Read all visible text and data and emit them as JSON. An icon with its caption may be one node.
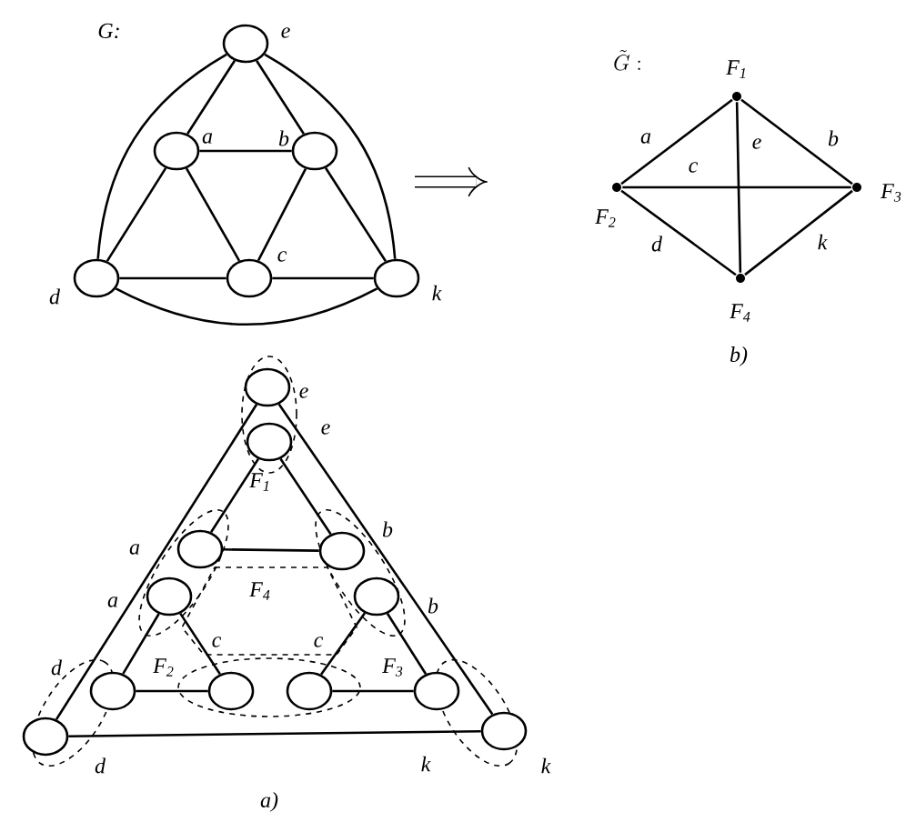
{
  "diagram": {
    "nodes": [
      {
        "text": [],
        "shape": "circle",
        "beside": [
          "e"
        ]
      },
      {
        "text": [],
        "shape": "circle",
        "beside": [
          "a"
        ]
      },
      {
        "text": [],
        "shape": "circle",
        "beside": [
          "b"
        ]
      },
      {
        "text": [],
        "shape": "circle",
        "beside": [
          "d"
        ]
      },
      {
        "text": [],
        "shape": "circle",
        "beside": [
          "c"
        ]
      },
      {
        "text": [],
        "shape": "circle",
        "beside": [
          "k"
        ]
      },
      {
        "text": [],
        "shape": "dot",
        "beside": [
          "F$_{1}$"
        ]
      },
      {
        "text": [],
        "shape": "dot",
        "beside": [
          "F$_{2}$"
        ]
      },
      {
        "text": [],
        "shape": "dot",
        "beside": [
          "F$_{3}$"
        ]
      },
      {
        "text": [],
        "shape": "dot",
        "beside": [
          "F$_{4}$"
        ]
      },
      {
        "text": [],
        "shape": "circle",
        "beside": [
          "e"
        ]
      },
      {
        "text": [],
        "shape": "circle",
        "beside": [
          "e"
        ]
      },
      {
        "text": [],
        "shape": "circle",
        "beside": [
          "a"
        ]
      },
      {
        "text": [],
        "shape": "circle",
        "beside": [
          "b"
        ]
      },
      {
        "text": [],
        "shape": "circle",
        "beside": [
          "a"
        ]
      },
      {
        "text": [],
        "shape": "circle",
        "beside": [
          "b"
        ]
      },
      {
        "text": [],
        "shape": "circle",
        "beside": [
          "d"
        ]
      },
      {
        "text": [],
        "shape": "circle",
        "beside": [
          "c"
        ]
      },
      {
        "text": [],
        "shape": "circle",
        "beside": [
          "c"
        ]
      },
      {
        "text": [],
        "shape": "circle",
        "beside": [
          "k"
        ]
      },
      {
        "text": [],
        "shape": "circle",
        "beside": [
          "d"
        ]
      },
      {
        "text": [],
        "shape": "circle",
        "beside": [
          "k"
        ]
      }
    ],
    "edges": [
      {
        "from": 0,
        "to": 1,
        "arrow": "none"
      },
      {
        "from": 0,
        "to": 2,
        "arrow": "none"
      },
      {
        "from": 1,
        "to": 2,
        "arrow": "none"
      },
      {
        "from": 1,
        "to": 3,
        "arrow": "none"
      },
      {
        "from": 1,
        "to": 4,
        "arrow": "none"
      },
      {
        "from": 2,
        "to": 4,
        "arrow": "none"
      },
      {
        "from": 2,
        "to": 5,
        "arrow": "none"
      },
      {
        "from": 3,
        "to": 4,
        "arrow": "none"
      },
      {
        "from": 4,
        "to": 5,
        "arrow": "none"
      },
      {
        "from": 0,
        "to": 3,
        "arrow": "none"
      },
      {
        "from": 0,
        "to": 5,
        "arrow": "none"
      },
      {
        "from": 3,
        "to": 5,
        "arrow": "none"
      },
      {
        "from": 6,
        "to": 7,
        "arrow": "none",
        "label": "a"
      },
      {
        "from": 6,
        "to": 8,
        "arrow": "none",
        "label": "b"
      },
      {
        "from": 7,
        "to": 8,
        "arrow": "none",
        "label": "c"
      },
      {
        "from": 6,
        "to": 9,
        "arrow": "none",
        "label": "e"
      },
      {
        "from": 7,
        "to": 9,
        "arrow": "none",
        "label": "d"
      },
      {
        "from": 8,
        "to": 9,
        "arrow": "none",
        "label": "k"
      },
      {
        "from": 10,
        "to": 20,
        "arrow": "none"
      },
      {
        "from": 10,
        "to": 21,
        "arrow": "none"
      },
      {
        "from": 11,
        "to": 12,
        "arrow": "none"
      },
      {
        "from": 11,
        "to": 13,
        "arrow": "none"
      },
      {
        "from": 12,
        "to": 13,
        "arrow": "none"
      },
      {
        "from": 14,
        "to": 16,
        "arrow": "none"
      },
      {
        "from": 14,
        "to": 17,
        "arrow": "none"
      },
      {
        "from": 16,
        "to": 17,
        "arrow": "none"
      },
      {
        "from": 15,
        "to": 18,
        "arrow": "none"
      },
      {
        "from": 15,
        "to": 19,
        "arrow": "none"
      },
      {
        "from": 18,
        "to": 19,
        "arrow": "none"
      },
      {
        "from": 20,
        "to": 21,
        "arrow": "none"
      }
    ],
    "labels": [
      "G:",
      "\\tilde{G}:",
      "b)",
      "F$_{1}$",
      "F$_{4}$",
      "F$_{2}$",
      "F$_{3}$",
      "a)"
    ]
  }
}
